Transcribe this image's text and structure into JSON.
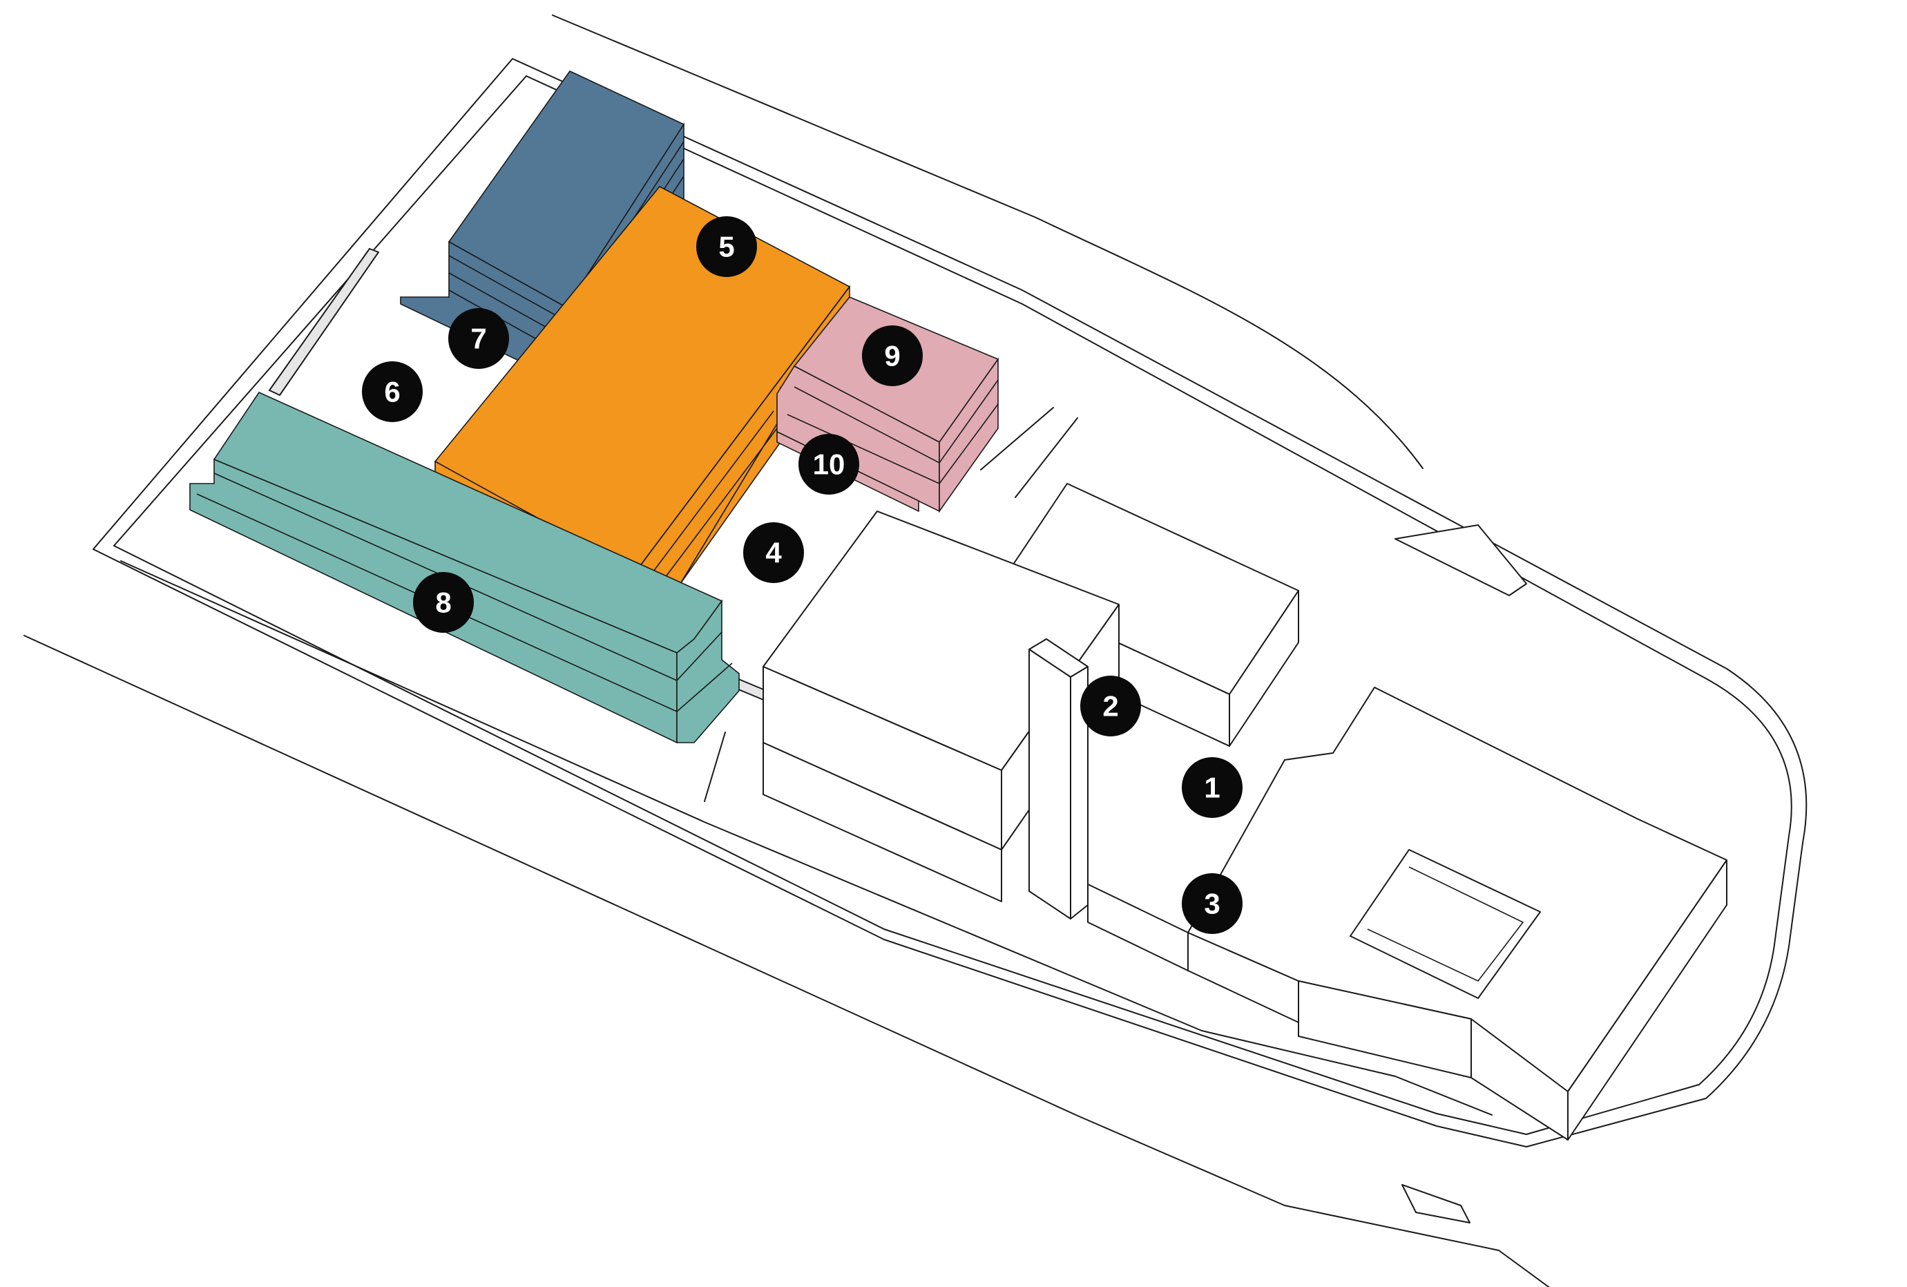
{
  "colors": {
    "blue": "#537896",
    "orange": "#F2961E",
    "pink": "#E0ABB3",
    "teal": "#78B8B0",
    "white": "#FFFFFF",
    "line": "#1A1A1A",
    "marker": "#0A0A0A",
    "marker_text": "#FFFFFF"
  },
  "buildings": [
    {
      "id": "blue-block",
      "color": "blue",
      "floors": 5
    },
    {
      "id": "orange-block",
      "color": "orange",
      "floors": 4
    },
    {
      "id": "pink-block",
      "color": "pink",
      "floors": 3
    },
    {
      "id": "teal-block",
      "color": "teal",
      "floors": 3
    }
  ],
  "markers": [
    {
      "label": "1"
    },
    {
      "label": "2"
    },
    {
      "label": "3"
    },
    {
      "label": "4"
    },
    {
      "label": "5"
    },
    {
      "label": "6"
    },
    {
      "label": "7"
    },
    {
      "label": "8"
    },
    {
      "label": "9"
    },
    {
      "label": "10"
    }
  ]
}
